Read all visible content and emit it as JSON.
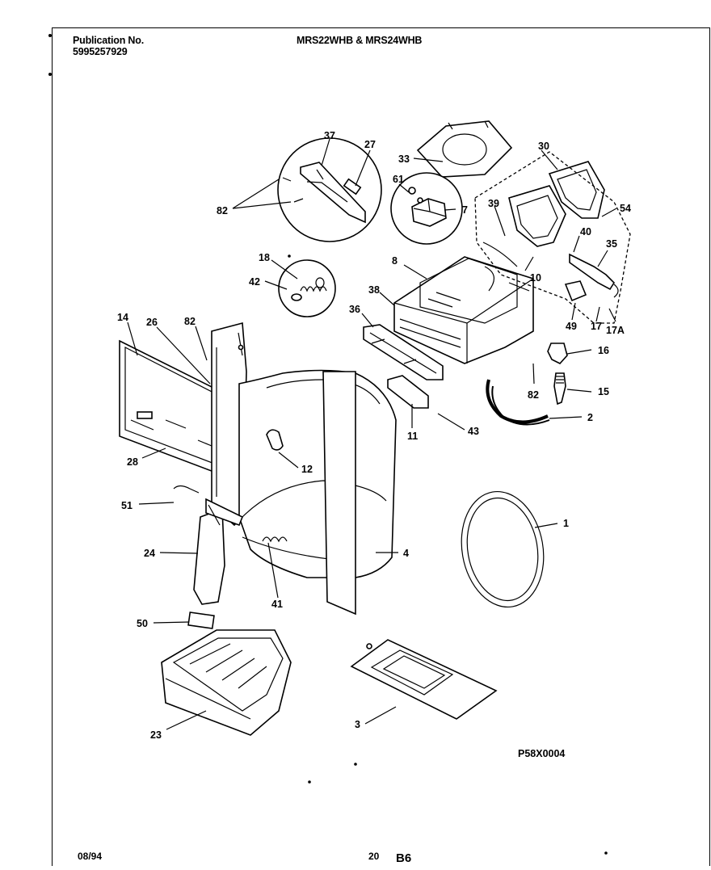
{
  "header": {
    "publication_label": "Publication No.",
    "publication_number": "5995257929",
    "models": "MRS22WHB & MRS24WHB"
  },
  "drawing_code": "P58X0004",
  "footer": {
    "date": "08/94",
    "page": "20",
    "section": "B6"
  },
  "callouts": [
    "37",
    "27",
    "33",
    "30",
    "82",
    "61",
    "7",
    "39",
    "54",
    "40",
    "35",
    "8",
    "10",
    "18",
    "42",
    "38",
    "36",
    "14",
    "26",
    "82",
    "49",
    "17",
    "17A",
    "16",
    "82",
    "15",
    "2",
    "43",
    "11",
    "28",
    "12",
    "51",
    "1",
    "24",
    "4",
    "41",
    "50",
    "23",
    "3"
  ]
}
